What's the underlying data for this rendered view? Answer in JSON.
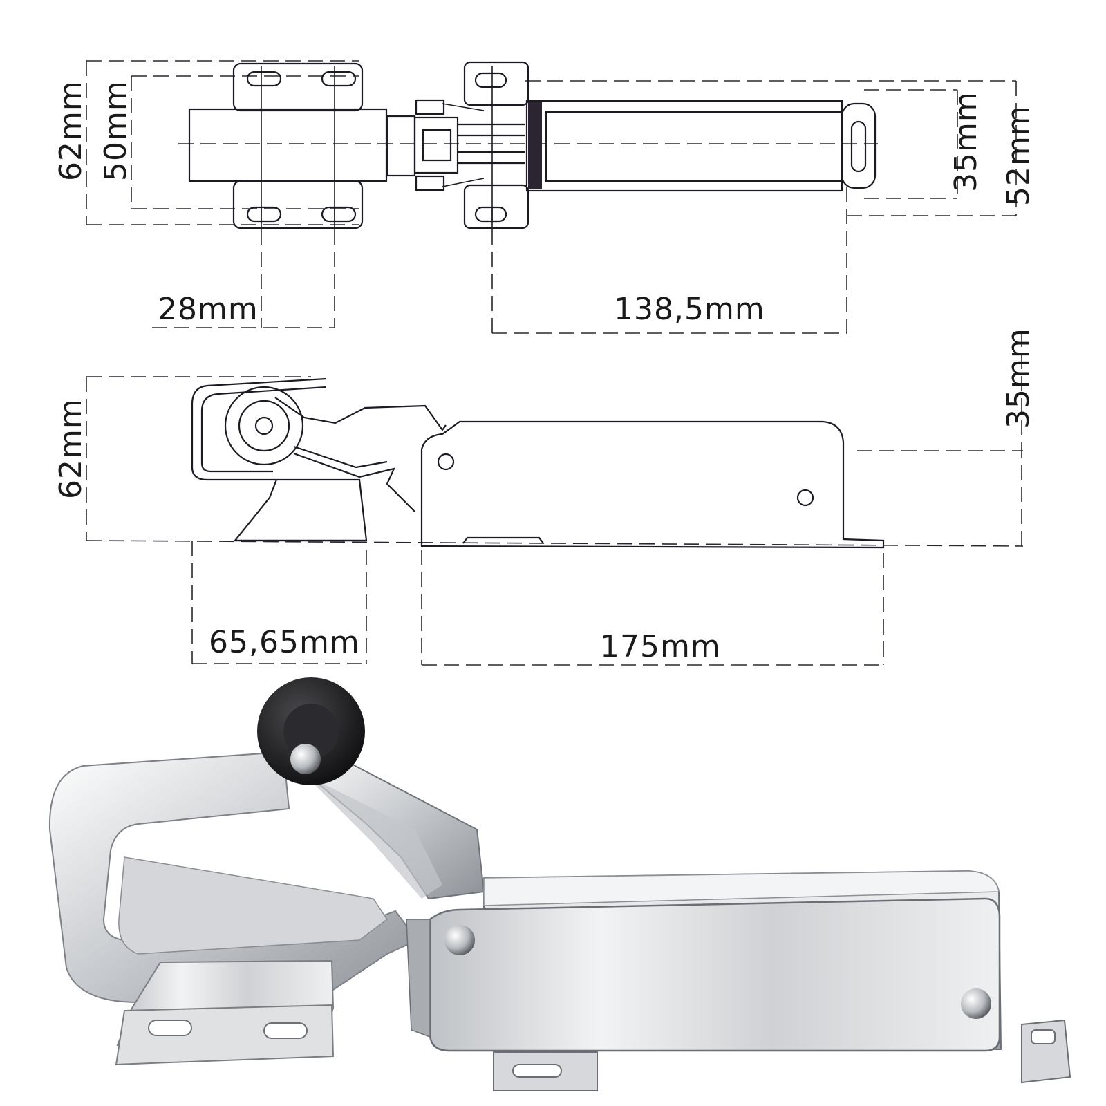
{
  "top_view": {
    "dim_total_height": "62mm",
    "dim_plate_height": "50mm",
    "dim_hole_spacing": "28mm",
    "dim_strike_length": "138,5mm",
    "dim_strike_inner": "35mm",
    "dim_strike_outer": "52mm"
  },
  "side_view": {
    "dim_height": "62mm",
    "dim_body_height": "35mm",
    "dim_catch_length": "65,65mm",
    "dim_body_length": "175mm"
  },
  "photo": {
    "subject": "stainless-steel door latch with roller",
    "colors": {
      "steel_light": "#e8e9eb",
      "steel_mid": "#b9bcc1",
      "steel_dark": "#6f7379",
      "rubber": "#1b1b1d"
    }
  }
}
